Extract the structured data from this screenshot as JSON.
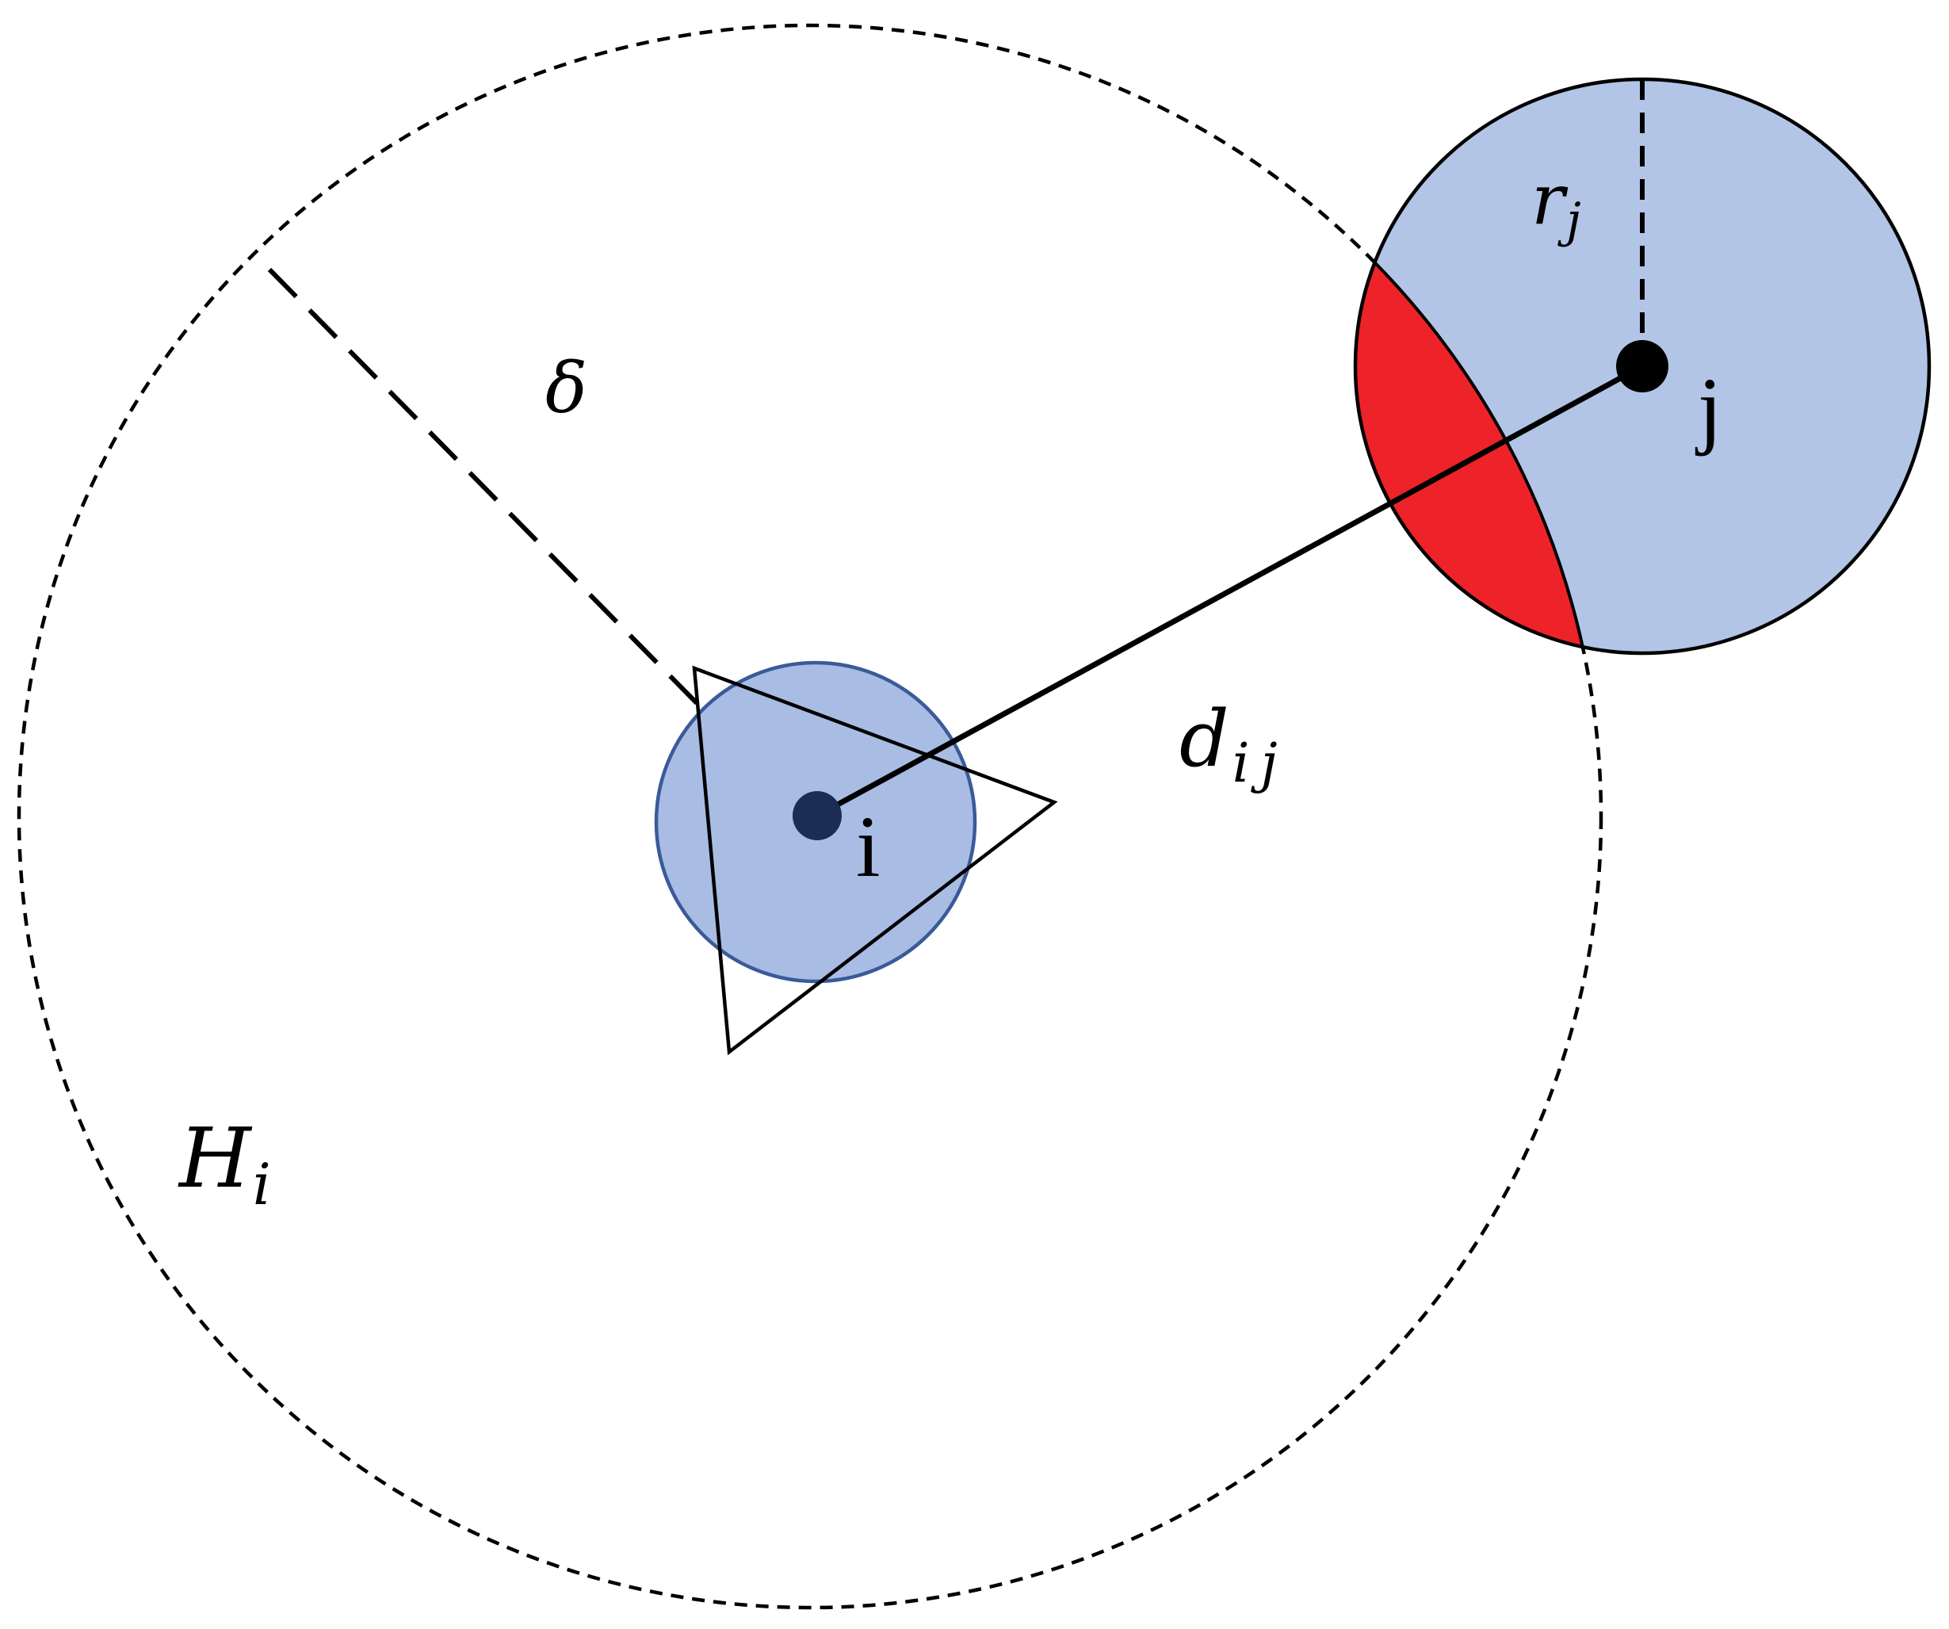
{
  "labels": {
    "delta": "δ",
    "d_main": "d",
    "d_sub": "ij",
    "r_main": "r",
    "r_sub": "j",
    "H_main": "H",
    "H_sub": "i",
    "node_i": "i",
    "node_j": "j"
  },
  "colors": {
    "robot_i_fill": "#a9bce3",
    "robot_i_stroke": "#3a5a99",
    "robot_j_fill": "#b2c5e6",
    "overlap_fill": "#ee2229",
    "center_i": "#1b2d52",
    "stroke": "#000000"
  }
}
